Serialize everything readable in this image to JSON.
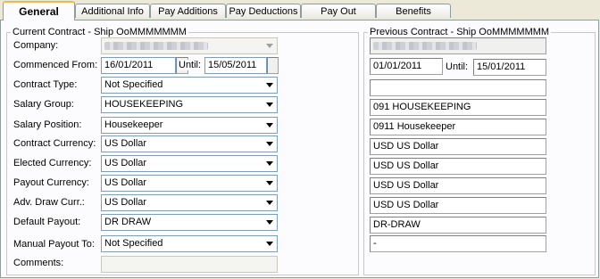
{
  "tabs": [
    {
      "label": "General"
    },
    {
      "label": "Additional Info"
    },
    {
      "label": "Pay Additions"
    },
    {
      "label": "Pay Deductions"
    },
    {
      "label": "Pay Out"
    },
    {
      "label": "Benefits"
    }
  ],
  "current": {
    "legend": "Current Contract - Ship OoMMMMMMM",
    "labels": {
      "company": "Company:",
      "commenced_from": "Commenced From:",
      "until": "Until:",
      "contract_type": "Contract Type:",
      "salary_group": "Salary Group:",
      "salary_position": "Salary Position:",
      "contract_currency": "Contract Currency:",
      "elected_currency": "Elected Currency:",
      "payout_currency": "Payout Currency:",
      "adv_draw_curr": "Adv. Draw Curr.:",
      "default_payout": "Default Payout:",
      "manual_payout_to": "Manual Payout To:",
      "comments": "Comments:"
    },
    "values": {
      "commenced_from": "16/01/2011",
      "until": "15/05/2011",
      "contract_type": "Not Specified",
      "salary_group": "HOUSEKEEPING",
      "salary_position": "Housekeeper",
      "contract_currency": "US Dollar",
      "elected_currency": "US Dollar",
      "payout_currency": "US Dollar",
      "adv_draw_curr": "US Dollar",
      "default_payout": "DR DRAW",
      "manual_payout_to": "Not Specified",
      "comments": ""
    }
  },
  "previous": {
    "legend": "Previous Contract - Ship OoMMMMMMM",
    "until_label": "Until:",
    "values": {
      "commenced_from": "01/01/2011",
      "until": "15/01/2011",
      "contract_type": "",
      "salary_group": "091 HOUSEKEEPING",
      "salary_position": "0911 Housekeeper",
      "contract_currency": "USD US Dollar",
      "elected_currency": "USD US Dollar",
      "payout_currency": "USD US Dollar",
      "adv_draw_curr": "USD US Dollar",
      "default_payout": "DR-DRAW",
      "manual_payout_to": "-"
    }
  },
  "colors": {
    "window_bg": "#ece9d8",
    "panel_bg": "#fcfcfe",
    "tab_highlight": "#f7b64c",
    "field_border": "#7f9db9"
  },
  "icons": {
    "dropdown": "chevron-down-icon"
  }
}
